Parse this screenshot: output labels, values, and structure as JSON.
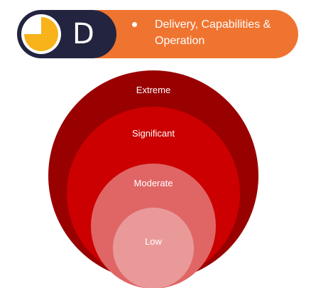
{
  "header": {
    "letter": "D",
    "text": "Delivery, Capabilities & Operation",
    "pie_fill_fraction": 0.75,
    "colors": {
      "pill": "#23243f",
      "banner": "#ef7430",
      "pie": "#f8b31a",
      "pie_ring": "#ffffff"
    }
  },
  "diagram": {
    "levels": [
      {
        "label": "Extreme",
        "color": "#990000"
      },
      {
        "label": "Significant",
        "color": "#cc0000"
      },
      {
        "label": "Moderate",
        "color": "#e06666"
      },
      {
        "label": "Low",
        "color": "#ea9999"
      }
    ]
  }
}
